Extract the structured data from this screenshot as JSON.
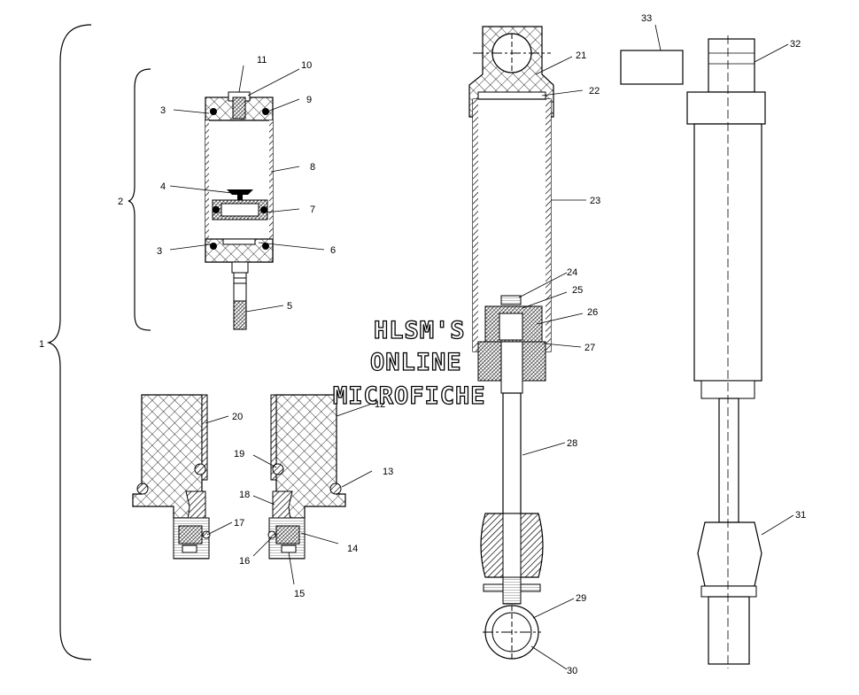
{
  "callouts": {
    "c1": "1",
    "c2": "2",
    "c3a": "3",
    "c3b": "3",
    "c4": "4",
    "c5": "5",
    "c6": "6",
    "c7": "7",
    "c8": "8",
    "c9": "9",
    "c10": "10",
    "c11": "11",
    "c12": "12",
    "c13": "13",
    "c14": "14",
    "c15": "15",
    "c16": "16",
    "c17": "17",
    "c18": "18",
    "c19": "19",
    "c20": "20",
    "c21": "21",
    "c22": "22",
    "c23": "23",
    "c24": "24",
    "c25": "25",
    "c26": "26",
    "c27": "27",
    "c28": "28",
    "c29": "29",
    "c30": "30",
    "c31": "31",
    "c32": "32",
    "c33": "33"
  },
  "watermark": {
    "line1": "HLSM'S",
    "line2": "ONLINE",
    "line3": "MICROFICHE"
  }
}
